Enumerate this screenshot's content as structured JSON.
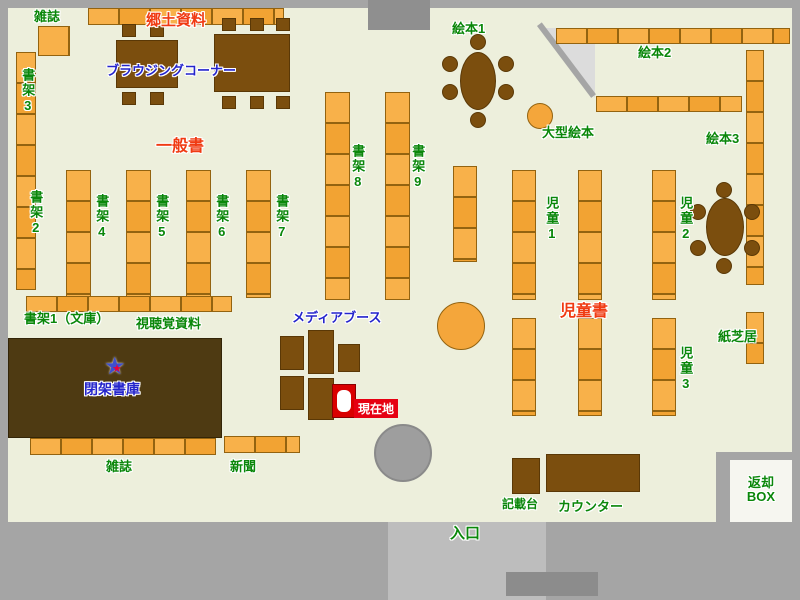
{
  "labels": {
    "magazines_top": "雑誌",
    "local_materials": "郷土資料",
    "browsing_corner": "ブラウジングコーナー",
    "general_books": "一般書",
    "shelf_1_bunko": "書架1（文庫）",
    "shelf_2": "書架2",
    "shelf_3": "書架3",
    "shelf_4": "書架4",
    "shelf_5": "書架5",
    "shelf_6": "書架6",
    "shelf_7": "書架7",
    "shelf_8": "書架8",
    "shelf_9": "書架9",
    "picture_books_1": "絵本1",
    "picture_books_2": "絵本2",
    "picture_books_3": "絵本3",
    "large_picture_books": "大型絵本",
    "children_1": "児童1",
    "children_2": "児童2",
    "children_3": "児童3",
    "children_books": "児童書",
    "kamishibai": "紙芝居",
    "av_materials": "視聴覚資料",
    "media_booth": "メディアブース",
    "closed_stacks": "閉架書庫",
    "current_location": "現在地",
    "magazines_bottom": "雑誌",
    "newspapers": "新聞",
    "writing_desk": "記載台",
    "counter": "カウンター",
    "return_box_line1": "返却",
    "return_box_line2": "BOX",
    "entrance": "入口"
  },
  "icons": {
    "star": "★"
  },
  "colors": {
    "floor": "#EDEFDC",
    "wall_gray": "#A5A5A5",
    "shelf_orange": "#F5A73C",
    "table_brown": "#7B4E0E",
    "closed_stacks_brown": "#4E3A12",
    "label_green": "#0A870A",
    "label_red": "#F03A12",
    "label_blue": "#2424CC",
    "marker_red": "#E60012"
  }
}
